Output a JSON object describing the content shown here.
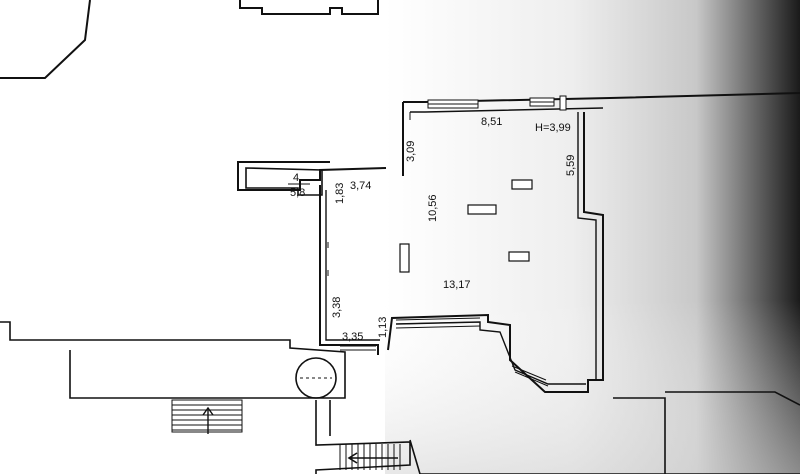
{
  "floor_plan": {
    "room_number": "4",
    "room_area": "5,8",
    "ceiling_height": "H=3,99",
    "dimensions": {
      "top_width": "8,51",
      "left_upper_wall": "3,09",
      "right_upper_wall": "5,59",
      "inner_height": "10,56",
      "main_width": "13,17",
      "corridor_width": "3,74",
      "corridor_upper": "1,83",
      "corridor_lower": "3,38",
      "corridor_bottom": "3,35",
      "entrance_depth": "1,13"
    }
  }
}
